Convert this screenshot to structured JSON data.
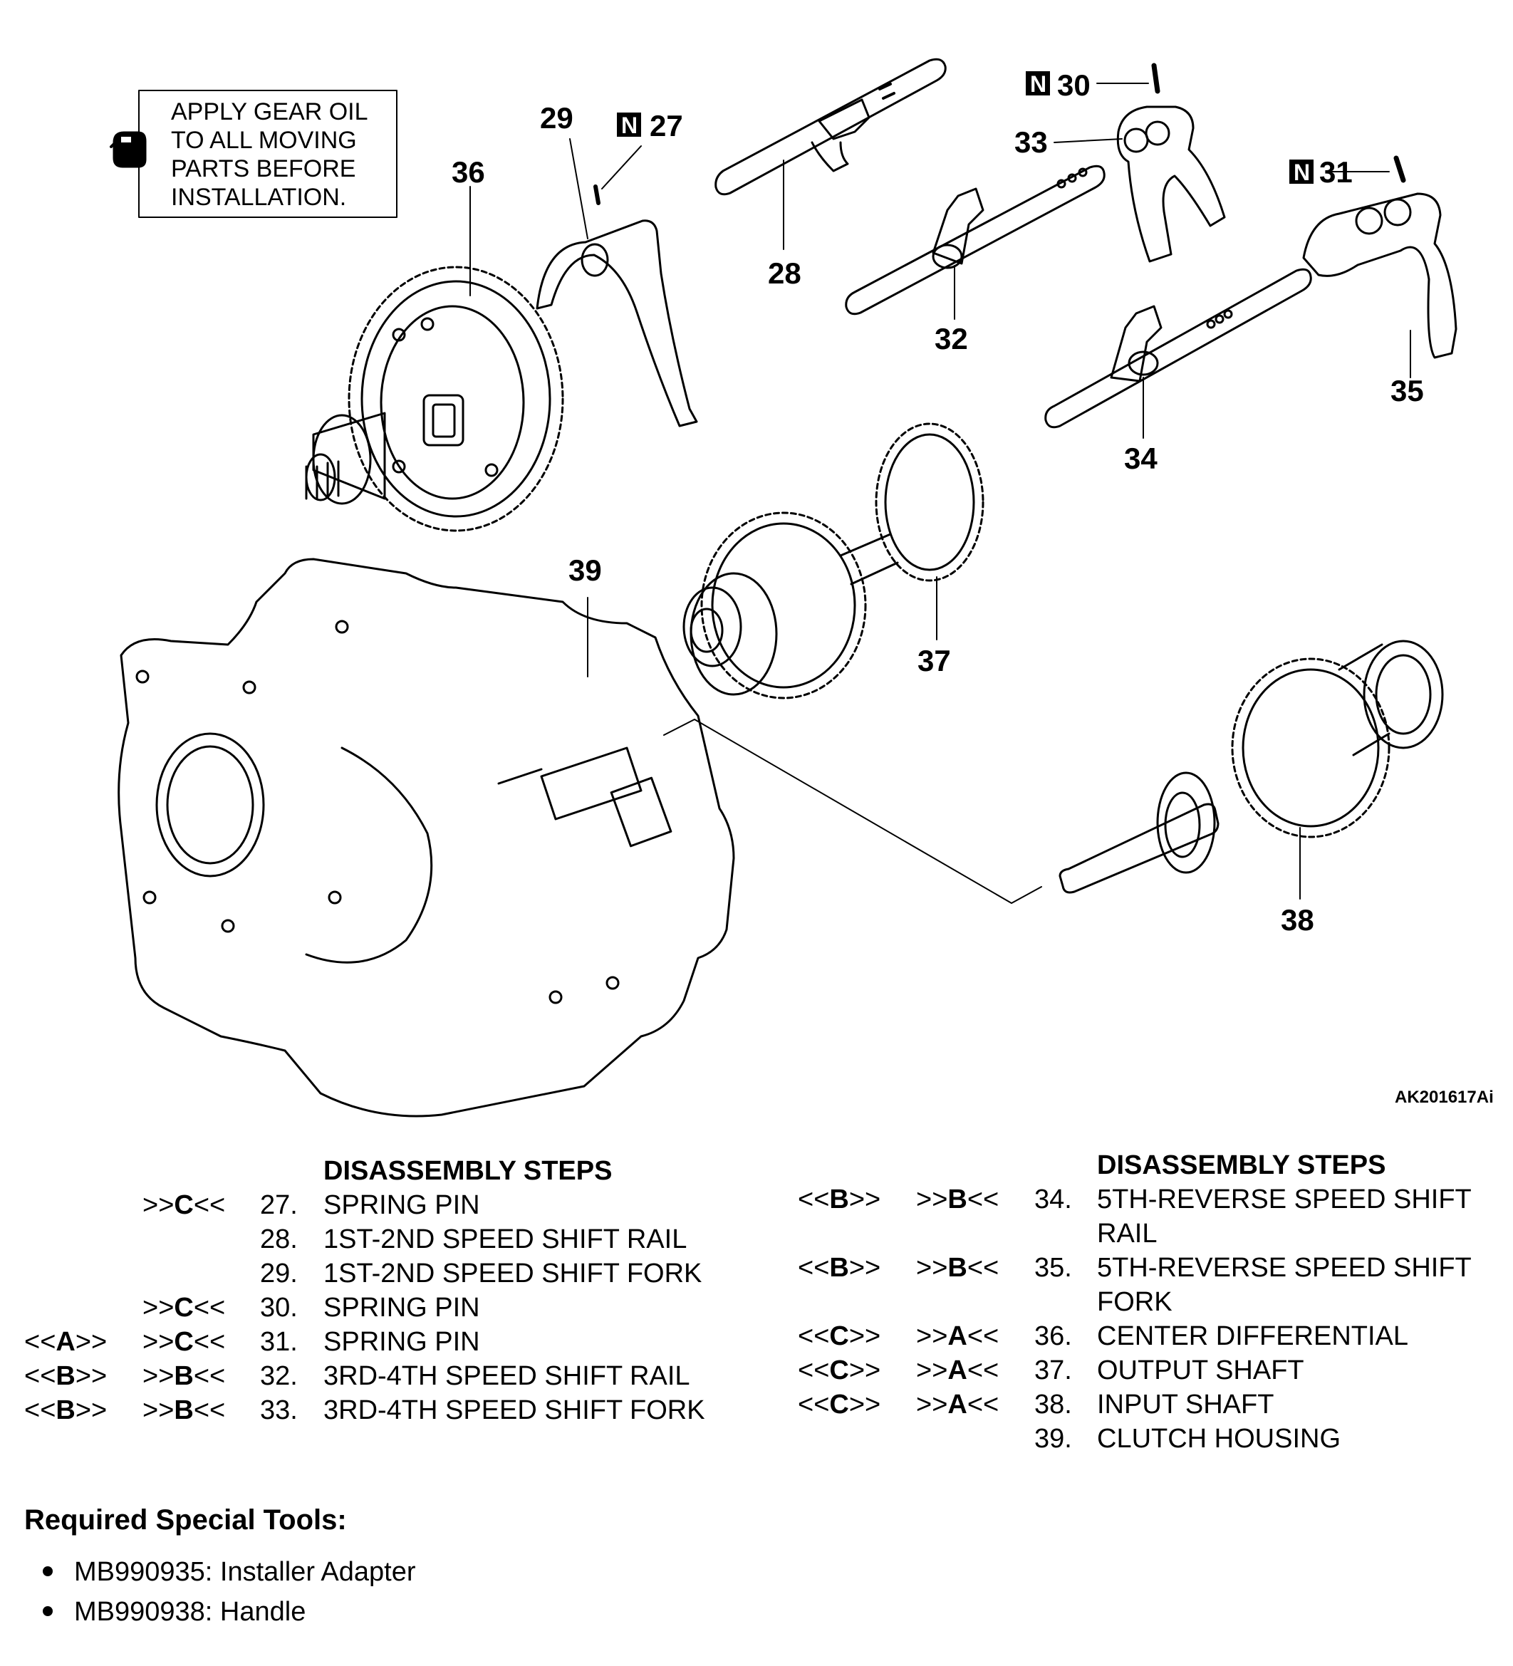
{
  "note": {
    "lines": [
      "APPLY GEAR OIL",
      "TO ALL MOVING",
      "PARTS BEFORE",
      "INSTALLATION."
    ],
    "icon": "oil-can-icon"
  },
  "figure_id": "AK201617Ai",
  "nbox_letter": "N",
  "callouts": {
    "c27": "27",
    "c28": "28",
    "c29": "29",
    "c30": "30",
    "c31": "31",
    "c32": "32",
    "c33": "33",
    "c34": "34",
    "c35": "35",
    "c36": "36",
    "c37": "37",
    "c38": "38",
    "c39": "39"
  },
  "left_steps": {
    "heading": "DISASSEMBLY STEPS",
    "rows": [
      {
        "rem": "",
        "inst_pre": ">>",
        "inst_letter": "C",
        "inst_post": "<<",
        "num": "27.",
        "label": "SPRING PIN"
      },
      {
        "rem": "",
        "inst_pre": "",
        "inst_letter": "",
        "inst_post": "",
        "num": "28.",
        "label": "1ST-2ND SPEED SHIFT RAIL"
      },
      {
        "rem": "",
        "inst_pre": "",
        "inst_letter": "",
        "inst_post": "",
        "num": "29.",
        "label": "1ST-2ND SPEED SHIFT FORK"
      },
      {
        "rem": "",
        "inst_pre": ">>",
        "inst_letter": "C",
        "inst_post": "<<",
        "num": "30.",
        "label": "SPRING PIN"
      },
      {
        "rem_pre": "<<",
        "rem_letter": "A",
        "rem_post": ">>",
        "inst_pre": ">>",
        "inst_letter": "C",
        "inst_post": "<<",
        "num": "31.",
        "label": "SPRING PIN"
      },
      {
        "rem_pre": "<<",
        "rem_letter": "B",
        "rem_post": ">>",
        "inst_pre": ">>",
        "inst_letter": "B",
        "inst_post": "<<",
        "num": "32.",
        "label": "3RD-4TH SPEED SHIFT RAIL"
      },
      {
        "rem_pre": "<<",
        "rem_letter": "B",
        "rem_post": ">>",
        "inst_pre": ">>",
        "inst_letter": "B",
        "inst_post": "<<",
        "num": "33.",
        "label": "3RD-4TH SPEED SHIFT FORK"
      }
    ]
  },
  "right_steps": {
    "heading": "DISASSEMBLY STEPS",
    "rows": [
      {
        "rem_pre": "<<",
        "rem_letter": "B",
        "rem_post": ">>",
        "inst_pre": ">>",
        "inst_letter": "B",
        "inst_post": "<<",
        "num": "34.",
        "label": "5TH-REVERSE SPEED SHIFT",
        "label2": "RAIL"
      },
      {
        "rem_pre": "<<",
        "rem_letter": "B",
        "rem_post": ">>",
        "inst_pre": ">>",
        "inst_letter": "B",
        "inst_post": "<<",
        "num": "35.",
        "label": "5TH-REVERSE SPEED SHIFT",
        "label2": "FORK"
      },
      {
        "rem_pre": "<<",
        "rem_letter": "C",
        "rem_post": ">>",
        "inst_pre": ">>",
        "inst_letter": "A",
        "inst_post": "<<",
        "num": "36.",
        "label": "CENTER DIFFERENTIAL"
      },
      {
        "rem_pre": "<<",
        "rem_letter": "C",
        "rem_post": ">>",
        "inst_pre": ">>",
        "inst_letter": "A",
        "inst_post": "<<",
        "num": "37.",
        "label": "OUTPUT SHAFT"
      },
      {
        "rem_pre": "<<",
        "rem_letter": "C",
        "rem_post": ">>",
        "inst_pre": ">>",
        "inst_letter": "A",
        "inst_post": "<<",
        "num": "38.",
        "label": "INPUT SHAFT"
      },
      {
        "rem_pre": "",
        "rem_letter": "",
        "rem_post": "",
        "inst_pre": "",
        "inst_letter": "",
        "inst_post": "",
        "num": "39.",
        "label": "CLUTCH HOUSING"
      }
    ]
  },
  "tools": {
    "heading": "Required Special Tools:",
    "items": [
      "MB990935: Installer Adapter",
      "MB990938: Handle"
    ]
  }
}
